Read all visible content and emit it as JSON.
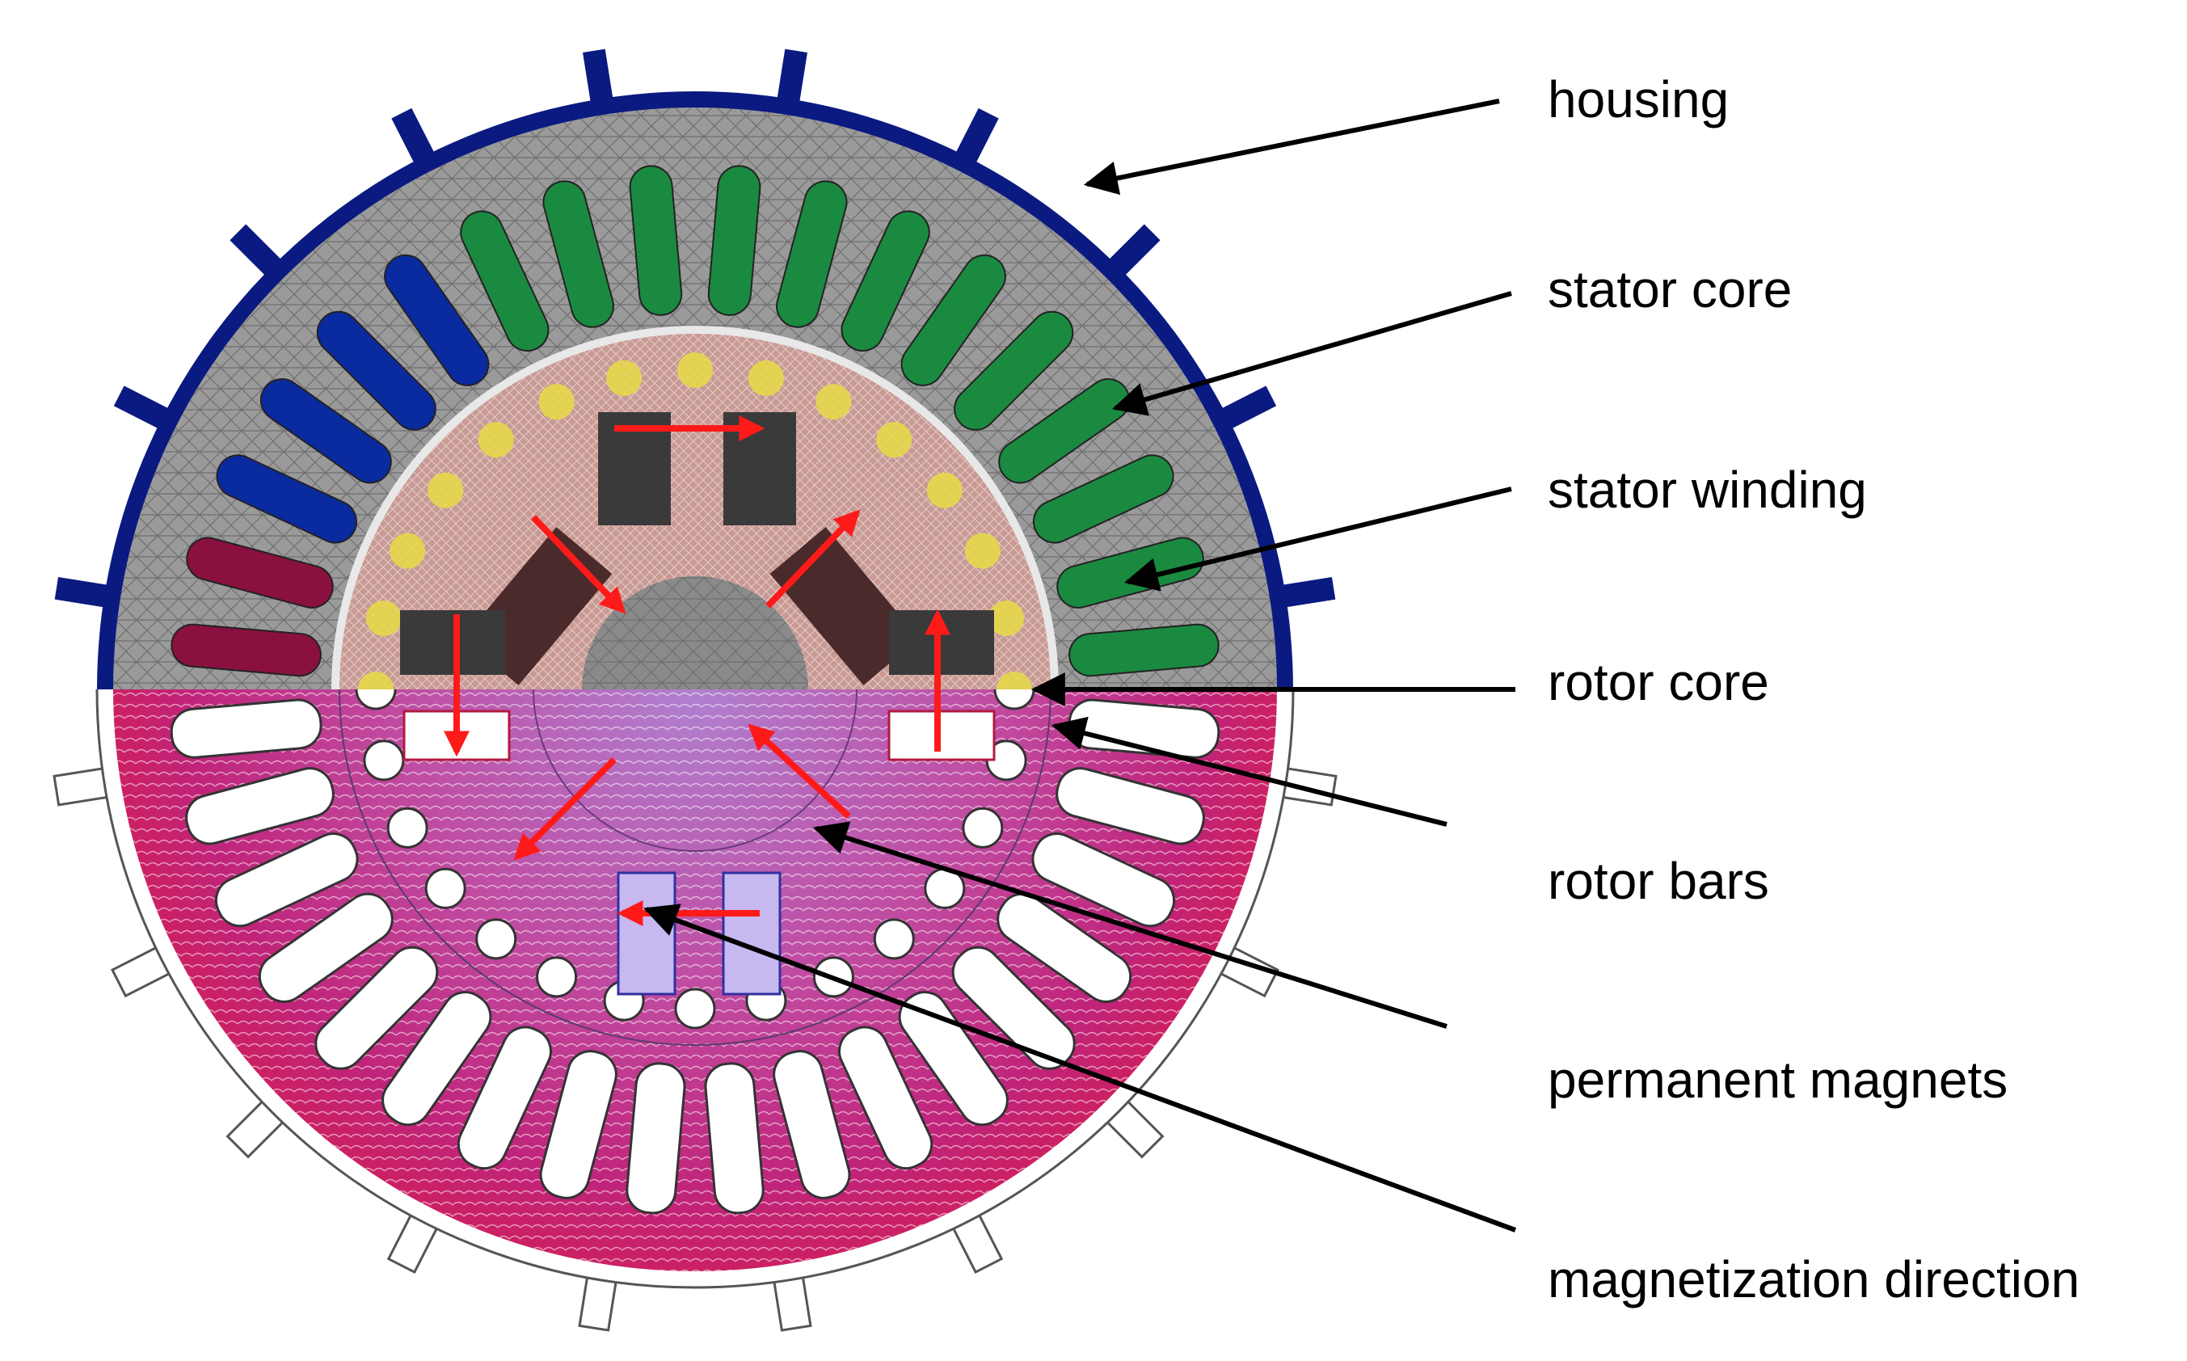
{
  "labels": [
    {
      "id": "housing",
      "text": "housing"
    },
    {
      "id": "stator-core",
      "text": "stator core"
    },
    {
      "id": "stator-winding",
      "text": "stator winding"
    },
    {
      "id": "rotor-core",
      "text": "rotor core"
    },
    {
      "id": "rotor-bars",
      "text": "rotor bars"
    },
    {
      "id": "permanent-magnets",
      "text": "permanent magnets"
    },
    {
      "id": "magnetization-direction",
      "text": "magnetization direction"
    }
  ],
  "colors": {
    "housing": "#0a1a80",
    "stator_core": "#9a9a9a",
    "rotor_core_mesh": "#c99a94",
    "magnet": "#3a3a3a",
    "shaft": "#8a8a8a",
    "arrow": "#ff1a1a",
    "phase_a": "#8a1040",
    "phase_b": "#20d070",
    "phase_c": "#1a90ff",
    "phase_d": "#e81a1a",
    "phase_e": "#0a2aa0",
    "phase_f": "#1a8a40",
    "rotor_bar_spot": "#e6d84a",
    "flux_warm": "#e0205a",
    "flux_cool": "#3030d0"
  }
}
